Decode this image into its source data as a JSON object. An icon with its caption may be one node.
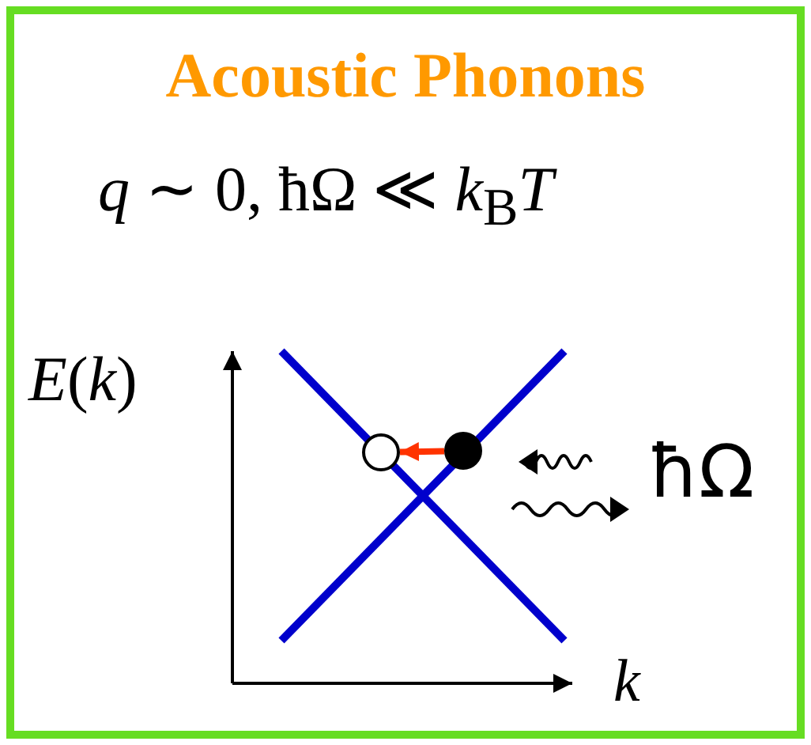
{
  "diagram": {
    "title": "Acoustic Phonons",
    "nodes": [
      {
        "text": [],
        "shape": "circle"
      },
      {
        "text": [],
        "shape": "circle"
      }
    ],
    "edges": [
      {
        "from": 1,
        "to": 0,
        "arrow": "to",
        "color": "#ff3300"
      }
    ],
    "labels": [
      "*q* ∼ 0, ħΩ ≪ *k*$_{B}$*T*",
      "*E*(*k*)",
      "ħΩ",
      "k"
    ]
  }
}
